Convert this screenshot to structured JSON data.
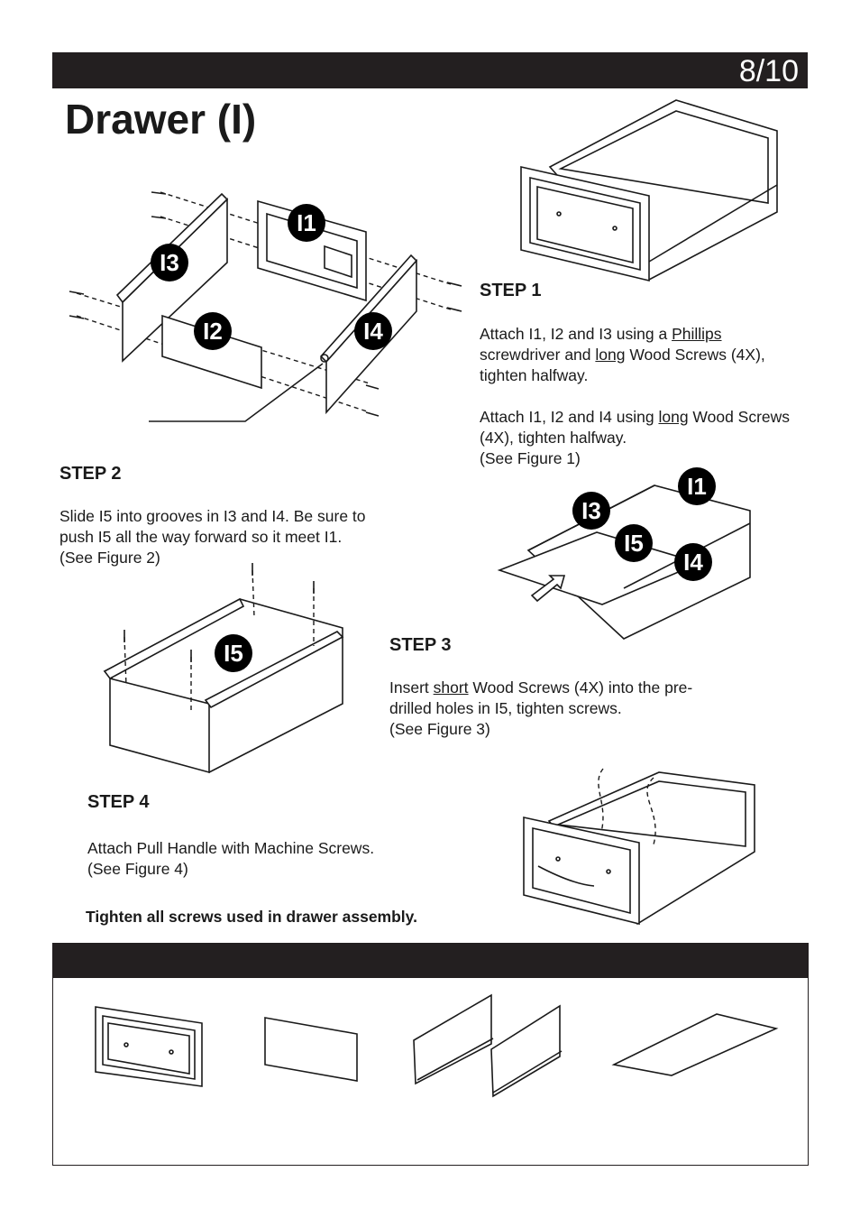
{
  "header": {
    "page_number": "8/10"
  },
  "title": "Drawer (I)",
  "labels": {
    "i1": "I1",
    "i2": "I2",
    "i3": "I3",
    "i4": "I4",
    "i5": "I5"
  },
  "step1": {
    "heading": "STEP 1",
    "p1_a": "Attach I1, I2 and I3 using a ",
    "p1_u1": "Phillips",
    "p1_b": " screwdriver and ",
    "p1_u2": "long",
    "p1_c": " Wood Screws (4X), tighten halfway.",
    "p2_a": "Attach I1, I2 and I4 using ",
    "p2_u1": "long",
    "p2_b": " Wood Screws (4X), tighten halfway.",
    "p2_ref": "(See Figure 1)"
  },
  "step2": {
    "heading": "STEP 2",
    "text": "Slide I5 into grooves in I3 and I4. Be sure to push I5 all the way forward so it meet I1.",
    "ref": "(See Figure 2)"
  },
  "step3": {
    "heading": "STEP 3",
    "text_a": "Insert ",
    "text_u": "short",
    "text_b": " Wood Screws (4X) into the pre-drilled holes in I5, tighten screws.",
    "ref": "(See Figure 3)"
  },
  "step4": {
    "heading": "STEP 4",
    "text": "Attach Pull Handle with Machine Screws.",
    "ref": "(See Figure 4)"
  },
  "note": "Tighten all screws used in drawer assembly."
}
